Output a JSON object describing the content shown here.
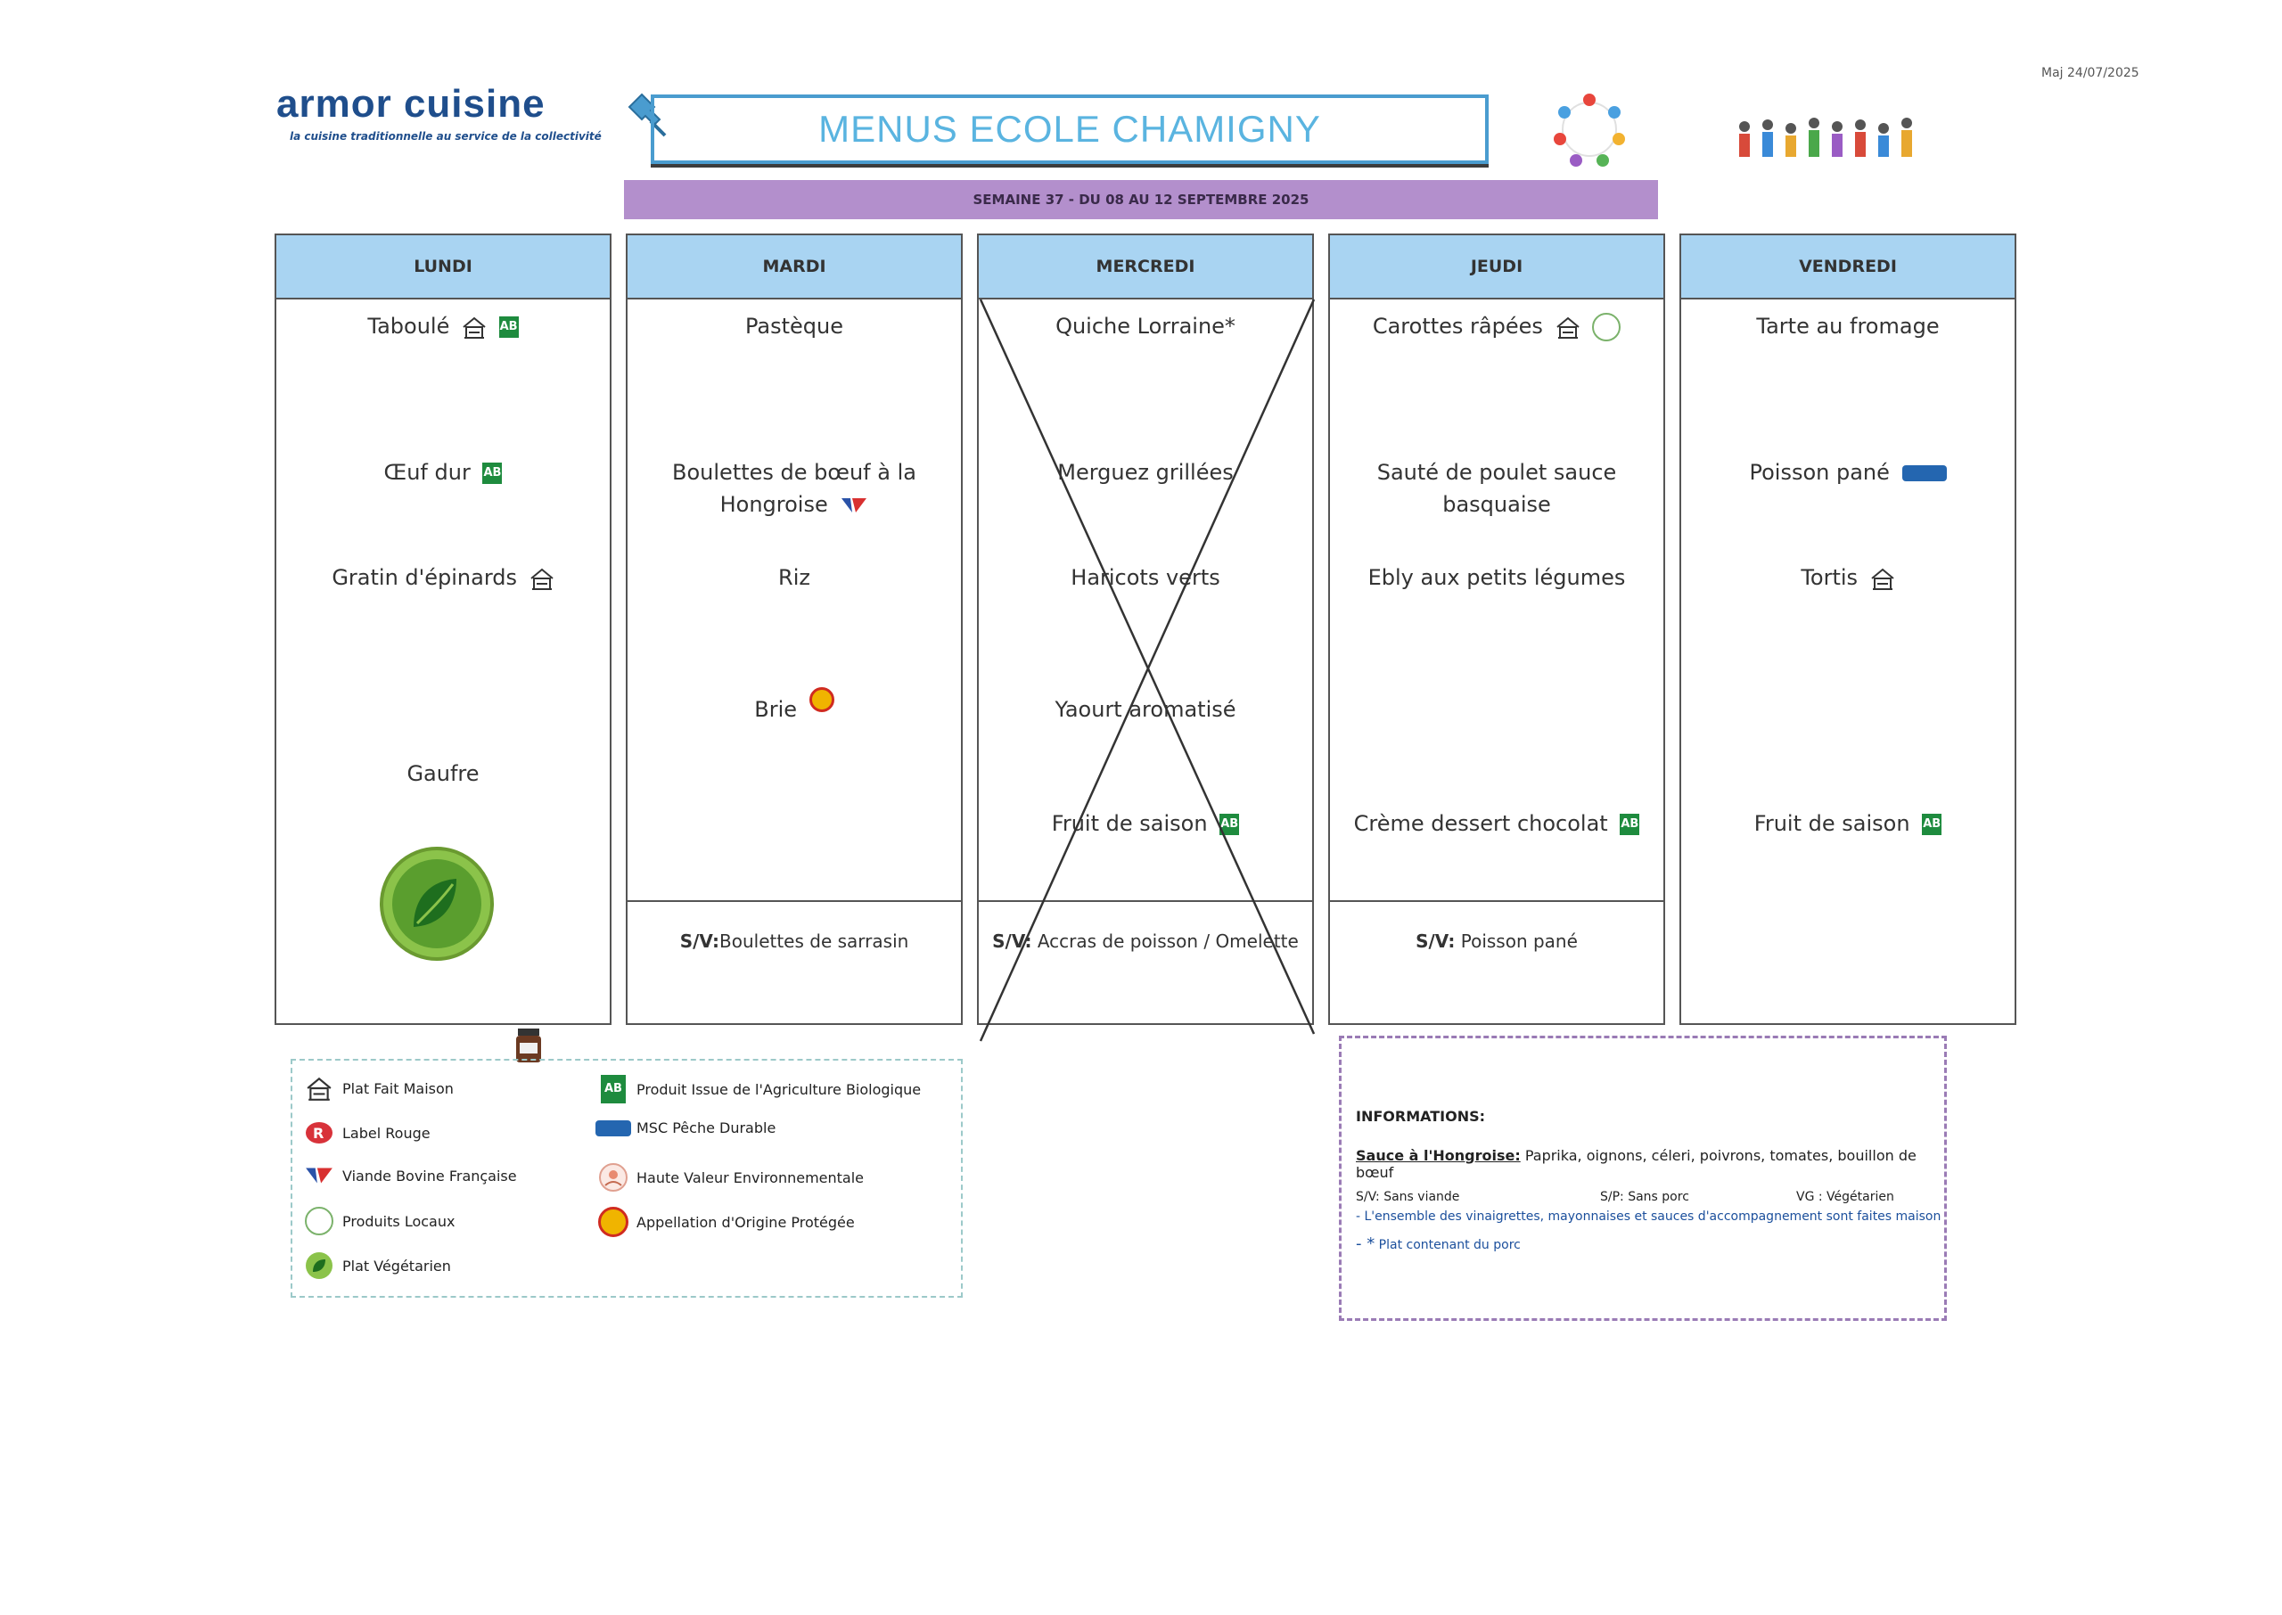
{
  "update_note": "Maj 24/07/2025",
  "logo": {
    "name": "armor cuisine",
    "tagline": "la cuisine traditionnelle au service de la collectivité"
  },
  "title": "MENUS ECOLE CHAMIGNY",
  "week": "SEMAINE 37 - DU 08 AU 12 SEPTEMBRE 2025",
  "days": [
    {
      "name": "LUNDI",
      "items": [
        {
          "text": "Taboulé",
          "icons": [
            "house-icon",
            "bio-icon"
          ]
        },
        {
          "text": "Œuf dur",
          "icons": [
            "bio-icon"
          ]
        },
        {
          "text": "Gratin d'épinards",
          "icons": [
            "house-icon"
          ]
        },
        {
          "text": "Gaufre",
          "icons": []
        }
      ],
      "alt": "",
      "vegetarian_badge": true
    },
    {
      "name": "MARDI",
      "items": [
        {
          "text": "Pastèque",
          "icons": []
        },
        {
          "text": "Boulettes de bœuf à la Hongroise",
          "icons": [
            "french-beef-icon"
          ]
        },
        {
          "text": "Riz",
          "icons": []
        },
        {
          "text": "Brie",
          "icons": [
            "aop-icon"
          ]
        }
      ],
      "alt_label": "S/V:",
      "alt": "Boulettes de sarrasin"
    },
    {
      "name": "MERCREDI",
      "items": [
        {
          "text": "Quiche Lorraine*",
          "icons": []
        },
        {
          "text": "Merguez grillées",
          "icons": []
        },
        {
          "text": "Haricots verts",
          "icons": []
        },
        {
          "text": "Yaourt aromatisé",
          "icons": []
        },
        {
          "text": "Fruit de saison",
          "icons": [
            "bio-icon"
          ]
        }
      ],
      "alt_label": "S/V:",
      "alt": "Accras de poisson / Omelette",
      "crossed_out": true
    },
    {
      "name": "JEUDI",
      "items": [
        {
          "text": "Carottes râpées",
          "icons": [
            "house-icon",
            "local-products-icon"
          ]
        },
        {
          "text": "Sauté de poulet sauce basquaise",
          "icons": []
        },
        {
          "text": "Ebly aux petits légumes",
          "icons": []
        },
        {
          "text": "Crème dessert chocolat",
          "icons": [
            "bio-icon"
          ]
        }
      ],
      "alt_label": "S/V:",
      "alt": "Poisson pané"
    },
    {
      "name": "VENDREDI",
      "items": [
        {
          "text": "Tarte au fromage",
          "icons": []
        },
        {
          "text": "Poisson pané",
          "icons": [
            "msc-icon"
          ]
        },
        {
          "text": "Tortis",
          "icons": [
            "house-icon"
          ]
        },
        {
          "text": "Fruit de saison",
          "icons": [
            "bio-icon"
          ]
        }
      ],
      "alt": ""
    }
  ],
  "legend": [
    {
      "label": "Plat Fait Maison",
      "icon": "house-icon"
    },
    {
      "label": "Label Rouge",
      "icon": "label-rouge-icon"
    },
    {
      "label": "Viande Bovine Française",
      "icon": "french-beef-icon"
    },
    {
      "label": "Produits Locaux",
      "icon": "local-products-icon"
    },
    {
      "label": "Plat Végétarien",
      "icon": "vegetarian-icon"
    },
    {
      "label": "Produit Issue de l'Agriculture Biologique",
      "icon": "bio-icon"
    },
    {
      "label": "MSC Pêche Durable",
      "icon": "msc-icon"
    },
    {
      "label": "Haute Valeur Environnementale",
      "icon": "hve-icon"
    },
    {
      "label": "Appellation d'Origine Protégée",
      "icon": "aop-icon"
    }
  ],
  "info": {
    "title": "INFORMATIONS:",
    "sauce_label": "Sauce à l'Hongroise:",
    "sauce_text": "Paprika, oignons, céleri, poivrons, tomates, bouillon de bœuf",
    "abbr_sv": "S/V: Sans viande",
    "abbr_sp": "S/P: Sans porc",
    "abbr_vg": "VG : Végétarien",
    "note_1": "- L'ensemble des vinaigrettes, mayonnaises et sauces d'accompagnement sont faites maison",
    "note_2_prefix": "- *",
    "note_2": "Plat contenant du porc"
  },
  "colors": {
    "title_blue": "#5ab4e0",
    "header_blue": "#a9d4f2",
    "week_purple": "#b38fcc",
    "bio_green": "#1e8b3e",
    "msc_blue": "#2466b0"
  }
}
